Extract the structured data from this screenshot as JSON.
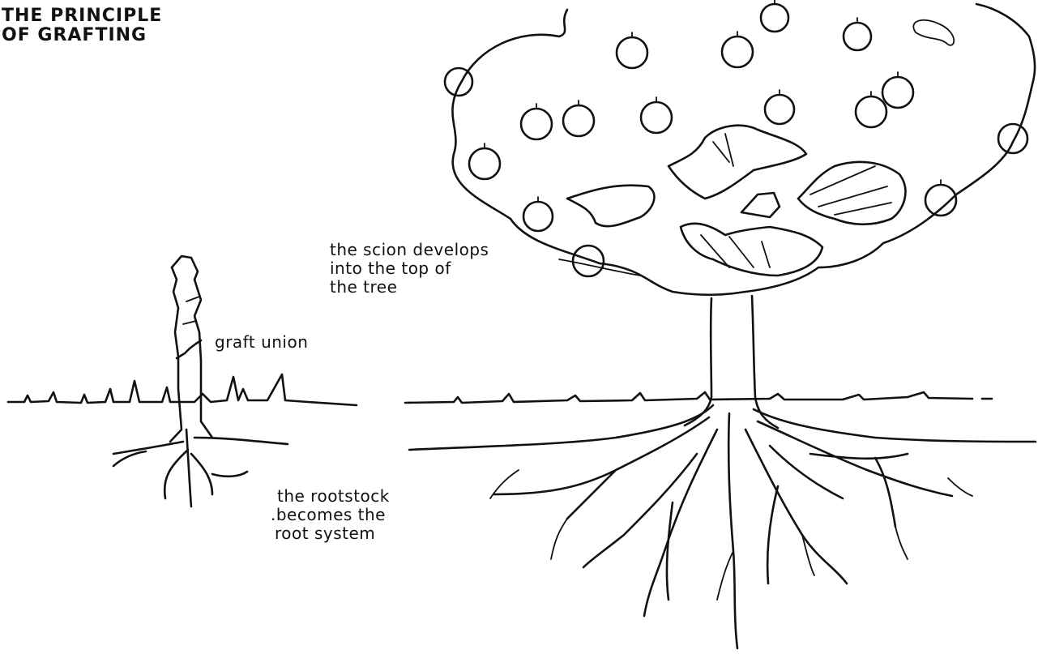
{
  "title": [
    "THE PRINCIPLE",
    "OF GRAFTING"
  ],
  "labels": {
    "graft_union": "graft union",
    "scion": [
      "the scion develops",
      "into the top of",
      "the tree"
    ],
    "rootstock": [
      "the rootstock",
      ".becomes the",
      "root system"
    ]
  },
  "colors": {
    "ink": "#111111",
    "background": "#ffffff"
  }
}
